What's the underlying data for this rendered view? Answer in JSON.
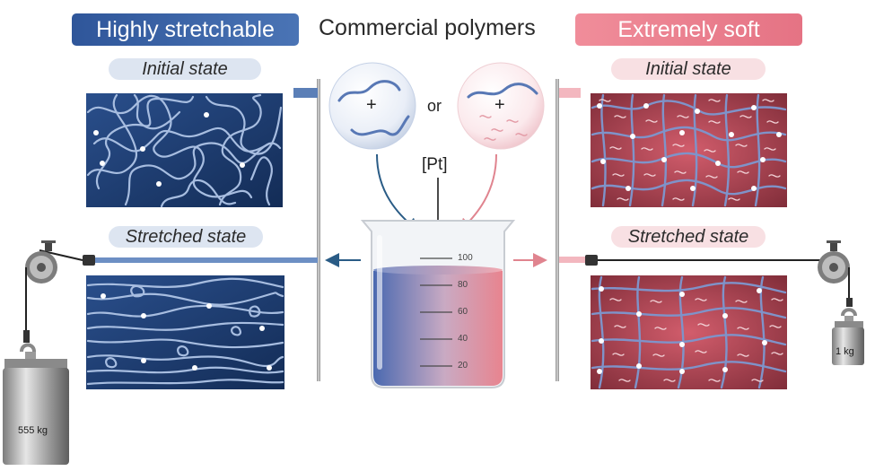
{
  "header": {
    "left_label": "Highly stretchable",
    "center_label": "Commercial polymers",
    "right_label": "Extremely soft"
  },
  "left_panel": {
    "initial_label": "Initial state",
    "stretched_label": "Stretched state",
    "weight_label": "555 kg"
  },
  "right_panel": {
    "initial_label": "Initial state",
    "stretched_label": "Stretched state",
    "weight_label": "1 kg"
  },
  "center": {
    "or_label": "or",
    "catalyst_label": "[Pt]",
    "plus_symbol": "+",
    "beaker_scale": [
      "100",
      "80",
      "60",
      "40",
      "20"
    ]
  },
  "colors": {
    "blue_header": "#3b64a6",
    "pink_header": "#e9808e",
    "blue_network": "#1d3d72",
    "red_network": "#9d3b49",
    "blue_pill": "#dde5f1",
    "pink_pill": "#f8e0e3"
  }
}
